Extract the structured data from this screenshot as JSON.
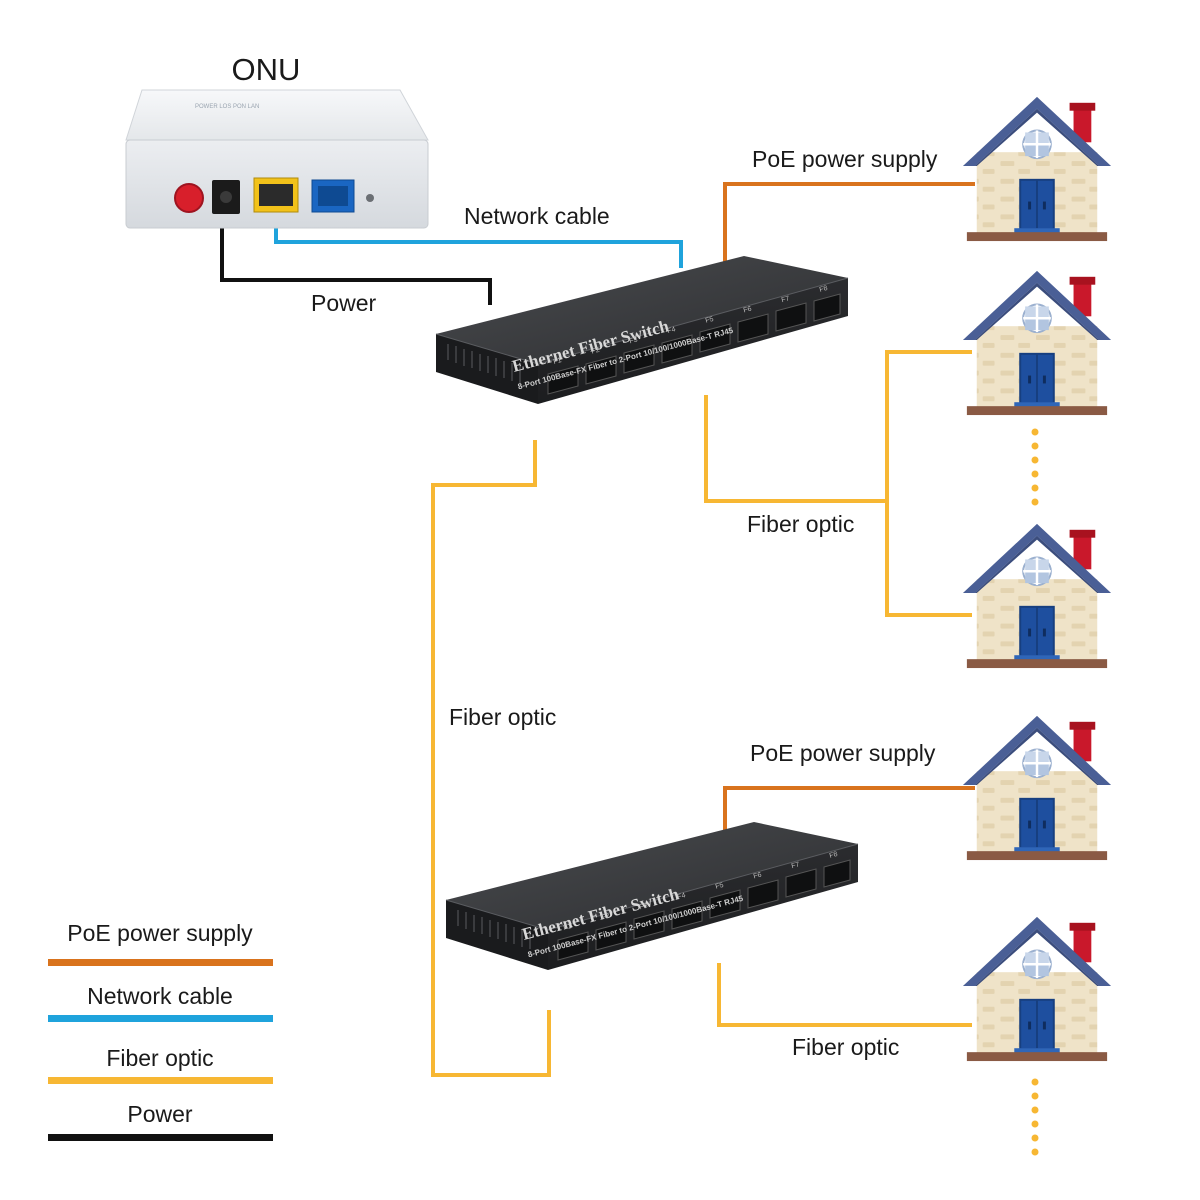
{
  "onu": {
    "title": "ONU",
    "panel_text": "POWER LOS PON LAN"
  },
  "labels": {
    "network_cable": "Network cable",
    "power": "Power",
    "poe_top": "PoE power supply",
    "fiber_right_top": "Fiber optic",
    "fiber_left": "Fiber optic",
    "poe_bottom": "PoE power supply",
    "fiber_right_bottom": "Fiber optic"
  },
  "switch": {
    "title": "Ethernet Fiber Switch",
    "subtitle": "8-Port 100Base-FX Fiber to 2-Port 10/100/1000Base-T RJ45",
    "ports": [
      "F1",
      "F2",
      "F3",
      "F4",
      "F5",
      "F6",
      "F7",
      "F8"
    ]
  },
  "legend": [
    {
      "label": "PoE power supply",
      "color": "#d9731d"
    },
    {
      "label": "Network cable",
      "color": "#1fa3dc"
    },
    {
      "label": "Fiber optic",
      "color": "#f7b733"
    },
    {
      "label": "Power",
      "color": "#111111"
    }
  ],
  "colors": {
    "poe": "#d9731d",
    "network": "#1fa3dc",
    "fiber": "#f7b733",
    "power": "#111111",
    "dots": "#f7b733",
    "roof": "#4a5f96",
    "wall": "#efe3c8",
    "door": "#1e4f9f",
    "chimney": "#c9182b"
  },
  "icons": [
    "onu-device-icon",
    "fiber-switch-icon",
    "house-icon"
  ]
}
